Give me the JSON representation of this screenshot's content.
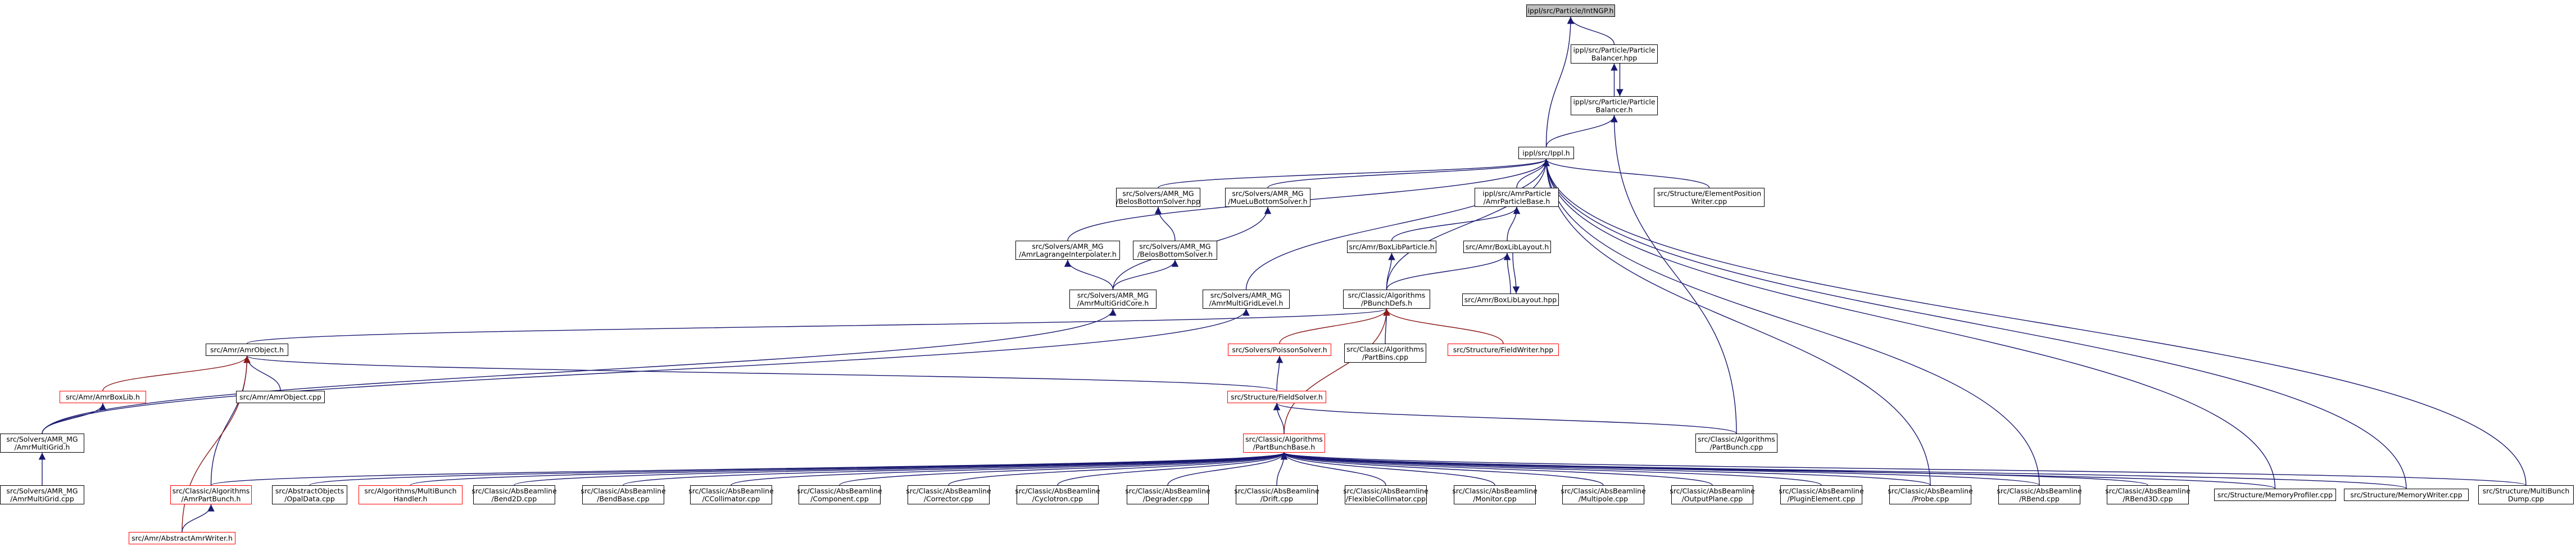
{
  "colors": {
    "edge": "#191970",
    "edge_red": "#8b1a1a",
    "node_border": "#000000",
    "node_border_red": "#ff0000",
    "root_fill": "#bfbfbf",
    "node_fill": "#ffffff"
  },
  "nodes": [
    {
      "id": "root",
      "lines": [
        "ippl/src/Particle/IntNGP.h"
      ],
      "root": true
    },
    {
      "id": "pbal_hpp",
      "lines": [
        "ippl/src/Particle/Particle",
        "Balancer.hpp"
      ]
    },
    {
      "id": "pbal_h",
      "lines": [
        "ippl/src/Particle/Particle",
        "Balancer.h"
      ]
    },
    {
      "id": "ippl_h",
      "lines": [
        "ippl/src/Ippl.h"
      ]
    },
    {
      "id": "elemposwriter",
      "lines": [
        "src/Structure/ElementPosition",
        "Writer.cpp"
      ]
    },
    {
      "id": "bbs_hpp",
      "lines": [
        "src/Solvers/AMR_MG",
        "/BelosBottomSolver.hpp"
      ]
    },
    {
      "id": "mueluBS",
      "lines": [
        "src/Solvers/AMR_MG",
        "/MueLuBottomSolver.h"
      ]
    },
    {
      "id": "amrpb",
      "lines": [
        "ippl/src/AmrParticle",
        "/AmrParticleBase.h"
      ]
    },
    {
      "id": "lagrange",
      "lines": [
        "src/Solvers/AMR_MG",
        "/AmrLagrangeInterpolater.h"
      ]
    },
    {
      "id": "bbs_h",
      "lines": [
        "src/Solvers/AMR_MG",
        "/BelosBottomSolver.h"
      ]
    },
    {
      "id": "boxlibparticle",
      "lines": [
        "src/Amr/BoxLibParticle.h"
      ]
    },
    {
      "id": "boxliblayout_h",
      "lines": [
        "src/Amr/BoxLibLayout.h"
      ]
    },
    {
      "id": "mgcore",
      "lines": [
        "src/Solvers/AMR_MG",
        "/AmrMultiGridCore.h"
      ]
    },
    {
      "id": "mglevel",
      "lines": [
        "src/Solvers/AMR_MG",
        "/AmrMultiGridLevel.h"
      ]
    },
    {
      "id": "pbunchdata",
      "lines": [
        "src/Classic/Algorithms",
        "/PBunchDefs.h"
      ]
    },
    {
      "id": "boxliblayout_hpp",
      "lines": [
        "src/Amr/BoxLibLayout.hpp"
      ]
    },
    {
      "id": "amrobject_h",
      "lines": [
        "src/Amr/AmrObject.h"
      ]
    },
    {
      "id": "poisson",
      "lines": [
        "src/Solvers/PoissonSolver.h"
      ],
      "red": true
    },
    {
      "id": "partbins",
      "lines": [
        "src/Classic/Algorithms",
        "/PartBins.cpp"
      ]
    },
    {
      "id": "fieldwriter",
      "lines": [
        "src/Structure/FieldWriter.hpp"
      ],
      "red": true
    },
    {
      "id": "amrboxlib",
      "lines": [
        "src/Amr/AmrBoxLib.h"
      ],
      "red": true
    },
    {
      "id": "amrobject_cpp",
      "lines": [
        "src/Amr/AmrObject.cpp"
      ]
    },
    {
      "id": "fieldsolver",
      "lines": [
        "src/Structure/FieldSolver.h"
      ],
      "red": true
    },
    {
      "id": "mg_h",
      "lines": [
        "src/Solvers/AMR_MG",
        "/AmrMultiGrid.h"
      ]
    },
    {
      "id": "pbbase",
      "lines": [
        "src/Classic/Algorithms",
        "/PartBunchBase.h"
      ],
      "red": true
    },
    {
      "id": "partbunch_cpp",
      "lines": [
        "src/Classic/Algorithms",
        "/PartBunch.cpp"
      ]
    },
    {
      "id": "mg_cpp",
      "lines": [
        "src/Solvers/AMR_MG",
        "/AmrMultiGrid.cpp"
      ]
    },
    {
      "id": "amrpartbunch",
      "lines": [
        "src/Classic/Algorithms",
        "/AmrPartBunch.h"
      ],
      "red": true
    },
    {
      "id": "opaldata",
      "lines": [
        "src/AbstractObjects",
        "/OpalData.cpp"
      ]
    },
    {
      "id": "multibunch",
      "lines": [
        "src/Algorithms/MultiBunch",
        "Handler.h"
      ],
      "red": true
    },
    {
      "id": "bend2d",
      "lines": [
        "src/Classic/AbsBeamline",
        "/Bend2D.cpp"
      ]
    },
    {
      "id": "bendbase",
      "lines": [
        "src/Classic/AbsBeamline",
        "/BendBase.cpp"
      ]
    },
    {
      "id": "ccollimator",
      "lines": [
        "src/Classic/AbsBeamline",
        "/CCollimator.cpp"
      ]
    },
    {
      "id": "component",
      "lines": [
        "src/Classic/AbsBeamline",
        "/Component.cpp"
      ]
    },
    {
      "id": "corrector",
      "lines": [
        "src/Classic/AbsBeamline",
        "/Corrector.cpp"
      ]
    },
    {
      "id": "cyclotron",
      "lines": [
        "src/Classic/AbsBeamline",
        "/Cyclotron.cpp"
      ]
    },
    {
      "id": "degrader",
      "lines": [
        "src/Classic/AbsBeamline",
        "/Degrader.cpp"
      ]
    },
    {
      "id": "drift",
      "lines": [
        "src/Classic/AbsBeamline",
        "/Drift.cpp"
      ]
    },
    {
      "id": "flexcoll",
      "lines": [
        "src/Classic/AbsBeamline",
        "/FlexibleCollimator.cpp"
      ]
    },
    {
      "id": "monitor",
      "lines": [
        "src/Classic/AbsBeamline",
        "/Monitor.cpp"
      ]
    },
    {
      "id": "multipole",
      "lines": [
        "src/Classic/AbsBeamline",
        "/Multipole.cpp"
      ]
    },
    {
      "id": "outputplane",
      "lines": [
        "src/Classic/AbsBeamline",
        "/OutputPlane.cpp"
      ]
    },
    {
      "id": "pluginelement",
      "lines": [
        "src/Classic/AbsBeamline",
        "/PluginElement.cpp"
      ]
    },
    {
      "id": "probe",
      "lines": [
        "src/Classic/AbsBeamline",
        "/Probe.cpp"
      ]
    },
    {
      "id": "rbend",
      "lines": [
        "src/Classic/AbsBeamline",
        "/RBend.cpp"
      ]
    },
    {
      "id": "rbend3d",
      "lines": [
        "src/Classic/AbsBeamline",
        "/RBend3D.cpp"
      ]
    },
    {
      "id": "memprofiler",
      "lines": [
        "src/Structure/MemoryProfiler.cpp"
      ]
    },
    {
      "id": "memwriter",
      "lines": [
        "src/Structure/MemoryWriter.cpp"
      ]
    },
    {
      "id": "multibunchdump",
      "lines": [
        "src/Structure/MultiBunch",
        "Dump.cpp"
      ]
    },
    {
      "id": "amrwriter",
      "lines": [
        "src/Amr/AbstractAmrWriter.h"
      ],
      "red": true
    }
  ],
  "edges": [
    [
      "pbal_hpp",
      "root"
    ],
    [
      "ippl_h",
      "root"
    ],
    [
      "pbal_h",
      "pbal_hpp"
    ],
    [
      "pbal_hpp",
      "pbal_h"
    ],
    [
      "ippl_h",
      "pbal_h"
    ],
    [
      "partbunch_cpp",
      "pbal_h"
    ],
    [
      "elemposwriter",
      "ippl_h"
    ],
    [
      "bbs_hpp",
      "ippl_h"
    ],
    [
      "mueluBS",
      "ippl_h"
    ],
    [
      "amrpb",
      "ippl_h"
    ],
    [
      "lagrange",
      "ippl_h"
    ],
    [
      "mglevel",
      "ippl_h"
    ],
    [
      "pbunchdata",
      "ippl_h"
    ],
    [
      "probe",
      "ippl_h"
    ],
    [
      "rbend",
      "ippl_h"
    ],
    [
      "memprofiler",
      "ippl_h"
    ],
    [
      "memwriter",
      "ippl_h"
    ],
    [
      "multibunchdump",
      "ippl_h"
    ],
    [
      "bbs_h",
      "bbs_hpp"
    ],
    [
      "mgcore",
      "bbs_h"
    ],
    [
      "mgcore",
      "mueluBS"
    ],
    [
      "mgcore",
      "lagrange"
    ],
    [
      "boxlibparticle",
      "amrpb"
    ],
    [
      "boxliblayout_h",
      "amrpb"
    ],
    [
      "pbunchdata",
      "boxlibparticle"
    ],
    [
      "pbunchdata",
      "boxliblayout_h"
    ],
    [
      "boxliblayout_hpp",
      "boxliblayout_h"
    ],
    [
      "boxliblayout_h",
      "boxliblayout_hpp"
    ],
    [
      "mg_h",
      "mgcore"
    ],
    [
      "mg_h",
      "mglevel"
    ],
    [
      "amrobject_h",
      "pbunchdata"
    ],
    [
      "poisson",
      "pbunchdata"
    ],
    [
      "partbins",
      "pbunchdata"
    ],
    [
      "fieldwriter",
      "pbunchdata"
    ],
    [
      "pbbase",
      "pbunchdata"
    ],
    [
      "amrboxlib",
      "amrobject_h"
    ],
    [
      "amrobject_cpp",
      "amrobject_h"
    ],
    [
      "fieldsolver",
      "amrobject_h"
    ],
    [
      "amrpartbunch",
      "amrobject_h"
    ],
    [
      "amrwriter",
      "amrobject_h"
    ],
    [
      "mg_h",
      "amrboxlib"
    ],
    [
      "fieldsolver",
      "poisson"
    ],
    [
      "pbbase",
      "fieldsolver"
    ],
    [
      "partbunch_cpp",
      "fieldsolver"
    ],
    [
      "mg_cpp",
      "mg_h"
    ],
    [
      "amrpartbunch",
      "pbbase"
    ],
    [
      "opaldata",
      "pbbase"
    ],
    [
      "multibunch",
      "pbbase"
    ],
    [
      "bend2d",
      "pbbase"
    ],
    [
      "bendbase",
      "pbbase"
    ],
    [
      "ccollimator",
      "pbbase"
    ],
    [
      "component",
      "pbbase"
    ],
    [
      "corrector",
      "pbbase"
    ],
    [
      "cyclotron",
      "pbbase"
    ],
    [
      "degrader",
      "pbbase"
    ],
    [
      "drift",
      "pbbase"
    ],
    [
      "flexcoll",
      "pbbase"
    ],
    [
      "monitor",
      "pbbase"
    ],
    [
      "multipole",
      "pbbase"
    ],
    [
      "outputplane",
      "pbbase"
    ],
    [
      "pluginelement",
      "pbbase"
    ],
    [
      "probe",
      "pbbase"
    ],
    [
      "rbend",
      "pbbase"
    ],
    [
      "rbend3d",
      "pbbase"
    ],
    [
      "memprofiler",
      "pbbase"
    ],
    [
      "memwriter",
      "pbbase"
    ],
    [
      "multibunchdump",
      "pbbase"
    ],
    [
      "amrwriter",
      "amrpartbunch"
    ]
  ]
}
